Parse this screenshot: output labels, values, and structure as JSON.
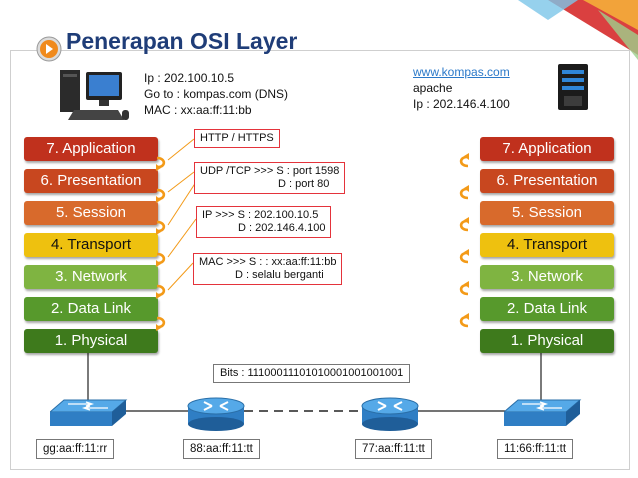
{
  "title": "Penerapan OSI Layer",
  "colors": {
    "application": "#c0311d",
    "presentation": "#c8471f",
    "session": "#d86a2c",
    "transport": "#eec10f",
    "network": "#7fb441",
    "data_link": "#57992c",
    "physical": "#3e7a1c",
    "note_border": "#e4333b",
    "arrow": "#f39a18"
  },
  "client": {
    "icon": "desktop-computer-icon",
    "lines": [
      "Ip : 202.100.10.5",
      "Go to : kompas.com (DNS)",
      "MAC : xx:aa:ff:11:bb"
    ]
  },
  "server": {
    "icon": "server-tower-icon",
    "link": "www.kompas.com",
    "lines": [
      "apache",
      "Ip : 202.146.4.100"
    ]
  },
  "layers": [
    "7. Application",
    "6. Presentation",
    "5. Session",
    "4. Transport",
    "3. Network",
    "2. Data Link",
    "1. Physical"
  ],
  "notes": {
    "http": "HTTP / HTTPS",
    "udp_1": "UDP /TCP >>> S : port 1598",
    "udp_2": "D : port 80",
    "ip_1": "IP >>>  S : 202.100.10.5",
    "ip_2": "D : 202.146.4.100",
    "mac_1": "MAC >>> S : : xx:aa:ff:11:bb",
    "mac_2": "D : selalu berganti"
  },
  "bits": "Bits : 1110001110101000100100100​1",
  "devices": [
    {
      "icon": "switch-icon",
      "mac": "gg:aa:ff:11:rr"
    },
    {
      "icon": "router-icon",
      "mac": "88:aa:ff:11:tt"
    },
    {
      "icon": "router-icon",
      "mac": "77:aa:ff:11:tt"
    },
    {
      "icon": "switch-icon",
      "mac": "11:66:ff:11:tt"
    }
  ]
}
